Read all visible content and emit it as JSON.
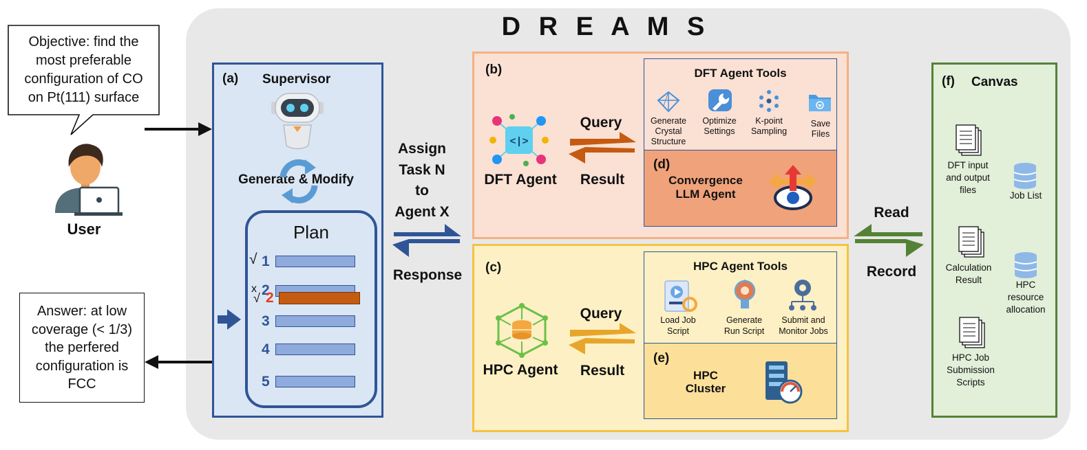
{
  "title": "D R E A M S",
  "user": {
    "objective": [
      "Objective: find the",
      "most preferable",
      "configuration of CO",
      "on Pt(111) surface"
    ],
    "label": "User",
    "answer": [
      "Answer: at low",
      "coverage (< 1/3)",
      "the perfered",
      "configuration is",
      "FCC"
    ]
  },
  "supervisor": {
    "tag": "(a)",
    "title": "Supervisor",
    "generate_label": "Generate & Modify",
    "plan_title": "Plan",
    "plan_numbers": [
      "1",
      "2",
      "3",
      "4",
      "5"
    ],
    "revised_number": "2",
    "check_mark": "√",
    "x_mark": "x"
  },
  "assign": {
    "lines": [
      "Assign",
      "Task N",
      "to",
      "Agent X"
    ],
    "response": "Response"
  },
  "dft": {
    "tag": "(b)",
    "agent_label": "DFT Agent",
    "query": "Query",
    "result": "Result",
    "tools_title": "DFT Agent Tools",
    "tools": [
      {
        "icon": "crystal-icon",
        "lines": [
          "Generate",
          "Crystal",
          "Structure"
        ]
      },
      {
        "icon": "wrench-icon",
        "lines": [
          "Optimize",
          "Settings"
        ]
      },
      {
        "icon": "kpoint-icon",
        "lines": [
          "K-point",
          "Sampling"
        ]
      },
      {
        "icon": "folder-icon",
        "lines": [
          "Save",
          "Files"
        ]
      }
    ],
    "convergence_tag": "(d)",
    "convergence_lines": [
      "Convergence",
      "LLM Agent"
    ]
  },
  "hpc": {
    "tag": "(c)",
    "agent_label": "HPC Agent",
    "query": "Query",
    "result": "Result",
    "tools_title": "HPC Agent Tools",
    "tools": [
      {
        "icon": "load-script-icon",
        "lines": [
          "Load Job",
          "Script"
        ]
      },
      {
        "icon": "bulb-icon",
        "lines": [
          "Generate",
          "Run Script"
        ]
      },
      {
        "icon": "gear-network-icon",
        "lines": [
          "Submit and",
          "Monitor Jobs"
        ]
      }
    ],
    "cluster_tag": "(e)",
    "cluster_lines": [
      "HPC",
      "Cluster"
    ]
  },
  "read_record": {
    "read": "Read",
    "record": "Record"
  },
  "canvas": {
    "tag": "(f)",
    "title": "Canvas",
    "files": [
      {
        "lines": [
          "DFT input",
          "and output",
          "files"
        ]
      },
      {
        "lines": [
          "Calculation",
          "Result"
        ]
      },
      {
        "lines": [
          "HPC Job",
          "Submission",
          "Scripts"
        ]
      }
    ],
    "databases": [
      {
        "lines": [
          "Job List"
        ]
      },
      {
        "lines": [
          "HPC",
          "resource",
          "allocation"
        ]
      }
    ]
  }
}
